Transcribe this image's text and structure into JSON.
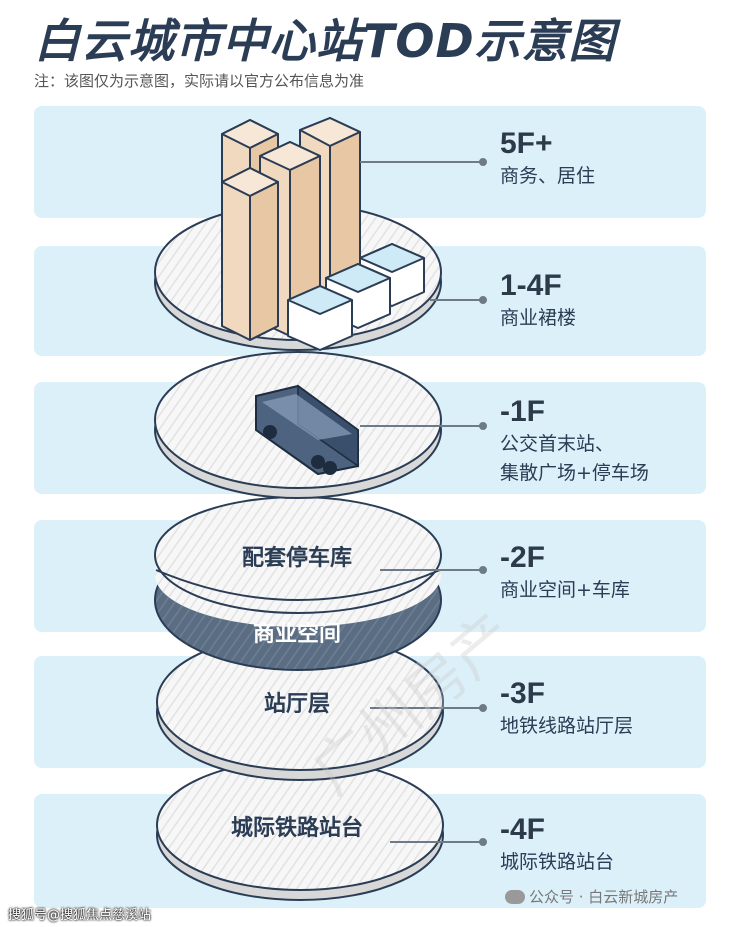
{
  "title": "白云城市中心站TOD示意图",
  "note": "注：该图仅为示意图，实际请以官方公布信息为准",
  "levels": [
    {
      "floor": "5F+",
      "desc": [
        "商务、居住"
      ]
    },
    {
      "floor": "1-4F",
      "desc": [
        "商业裙楼"
      ]
    },
    {
      "floor": "-1F",
      "desc": [
        "公交首末站、",
        "集散广场+停车场"
      ]
    },
    {
      "floor": "-2F",
      "desc": [
        "商业空间+车库"
      ]
    },
    {
      "floor": "-3F",
      "desc": [
        "地铁线路站厅层"
      ]
    },
    {
      "floor": "-4F",
      "desc": [
        "城际铁路站台"
      ]
    }
  ],
  "disk_labels": {
    "garage": "配套停车库",
    "commercial": "商业空间",
    "hall": "站厅层",
    "platform": "城际铁路站台"
  },
  "watermark": "广州房产",
  "footer": {
    "left": "搜狐号@搜狐焦点慈溪站",
    "right": "公众号 · 白云新城房产"
  },
  "colors": {
    "band": "#dcf0fa",
    "title": "#2b3d55",
    "tower": "#f1d9c0",
    "disk": "#f4f4f4",
    "dark_layer": "#5a6d82"
  }
}
